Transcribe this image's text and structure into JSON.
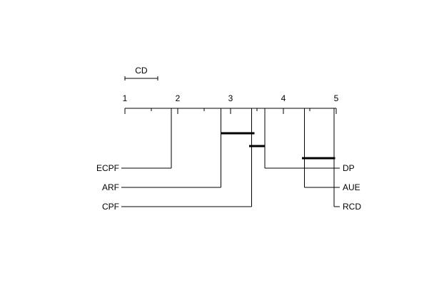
{
  "chart_data": {
    "type": "critical-difference-diagram",
    "axis": {
      "min": 1,
      "max": 5,
      "ticks": [
        1,
        2,
        3,
        4,
        5
      ],
      "tick_labels": [
        "1",
        "2",
        "3",
        "4",
        "5"
      ],
      "minor_step": 0.5
    },
    "cd": {
      "label": "CD",
      "value": 0.62
    },
    "methods": [
      {
        "name": "ECPF",
        "rank": 1.88,
        "side": "left"
      },
      {
        "name": "ARF",
        "rank": 2.82,
        "side": "left"
      },
      {
        "name": "CPF",
        "rank": 3.4,
        "side": "left"
      },
      {
        "name": "DP",
        "rank": 3.65,
        "side": "right"
      },
      {
        "name": "AUE",
        "rank": 4.4,
        "side": "right"
      },
      {
        "name": "RCD",
        "rank": 4.96,
        "side": "right"
      }
    ],
    "cliques": [
      {
        "from": 2.82,
        "to": 3.45
      },
      {
        "from": 3.35,
        "to": 3.65
      },
      {
        "from": 4.35,
        "to": 4.98
      }
    ],
    "colors": {
      "ink": "#000000",
      "background": "#ffffff"
    }
  }
}
